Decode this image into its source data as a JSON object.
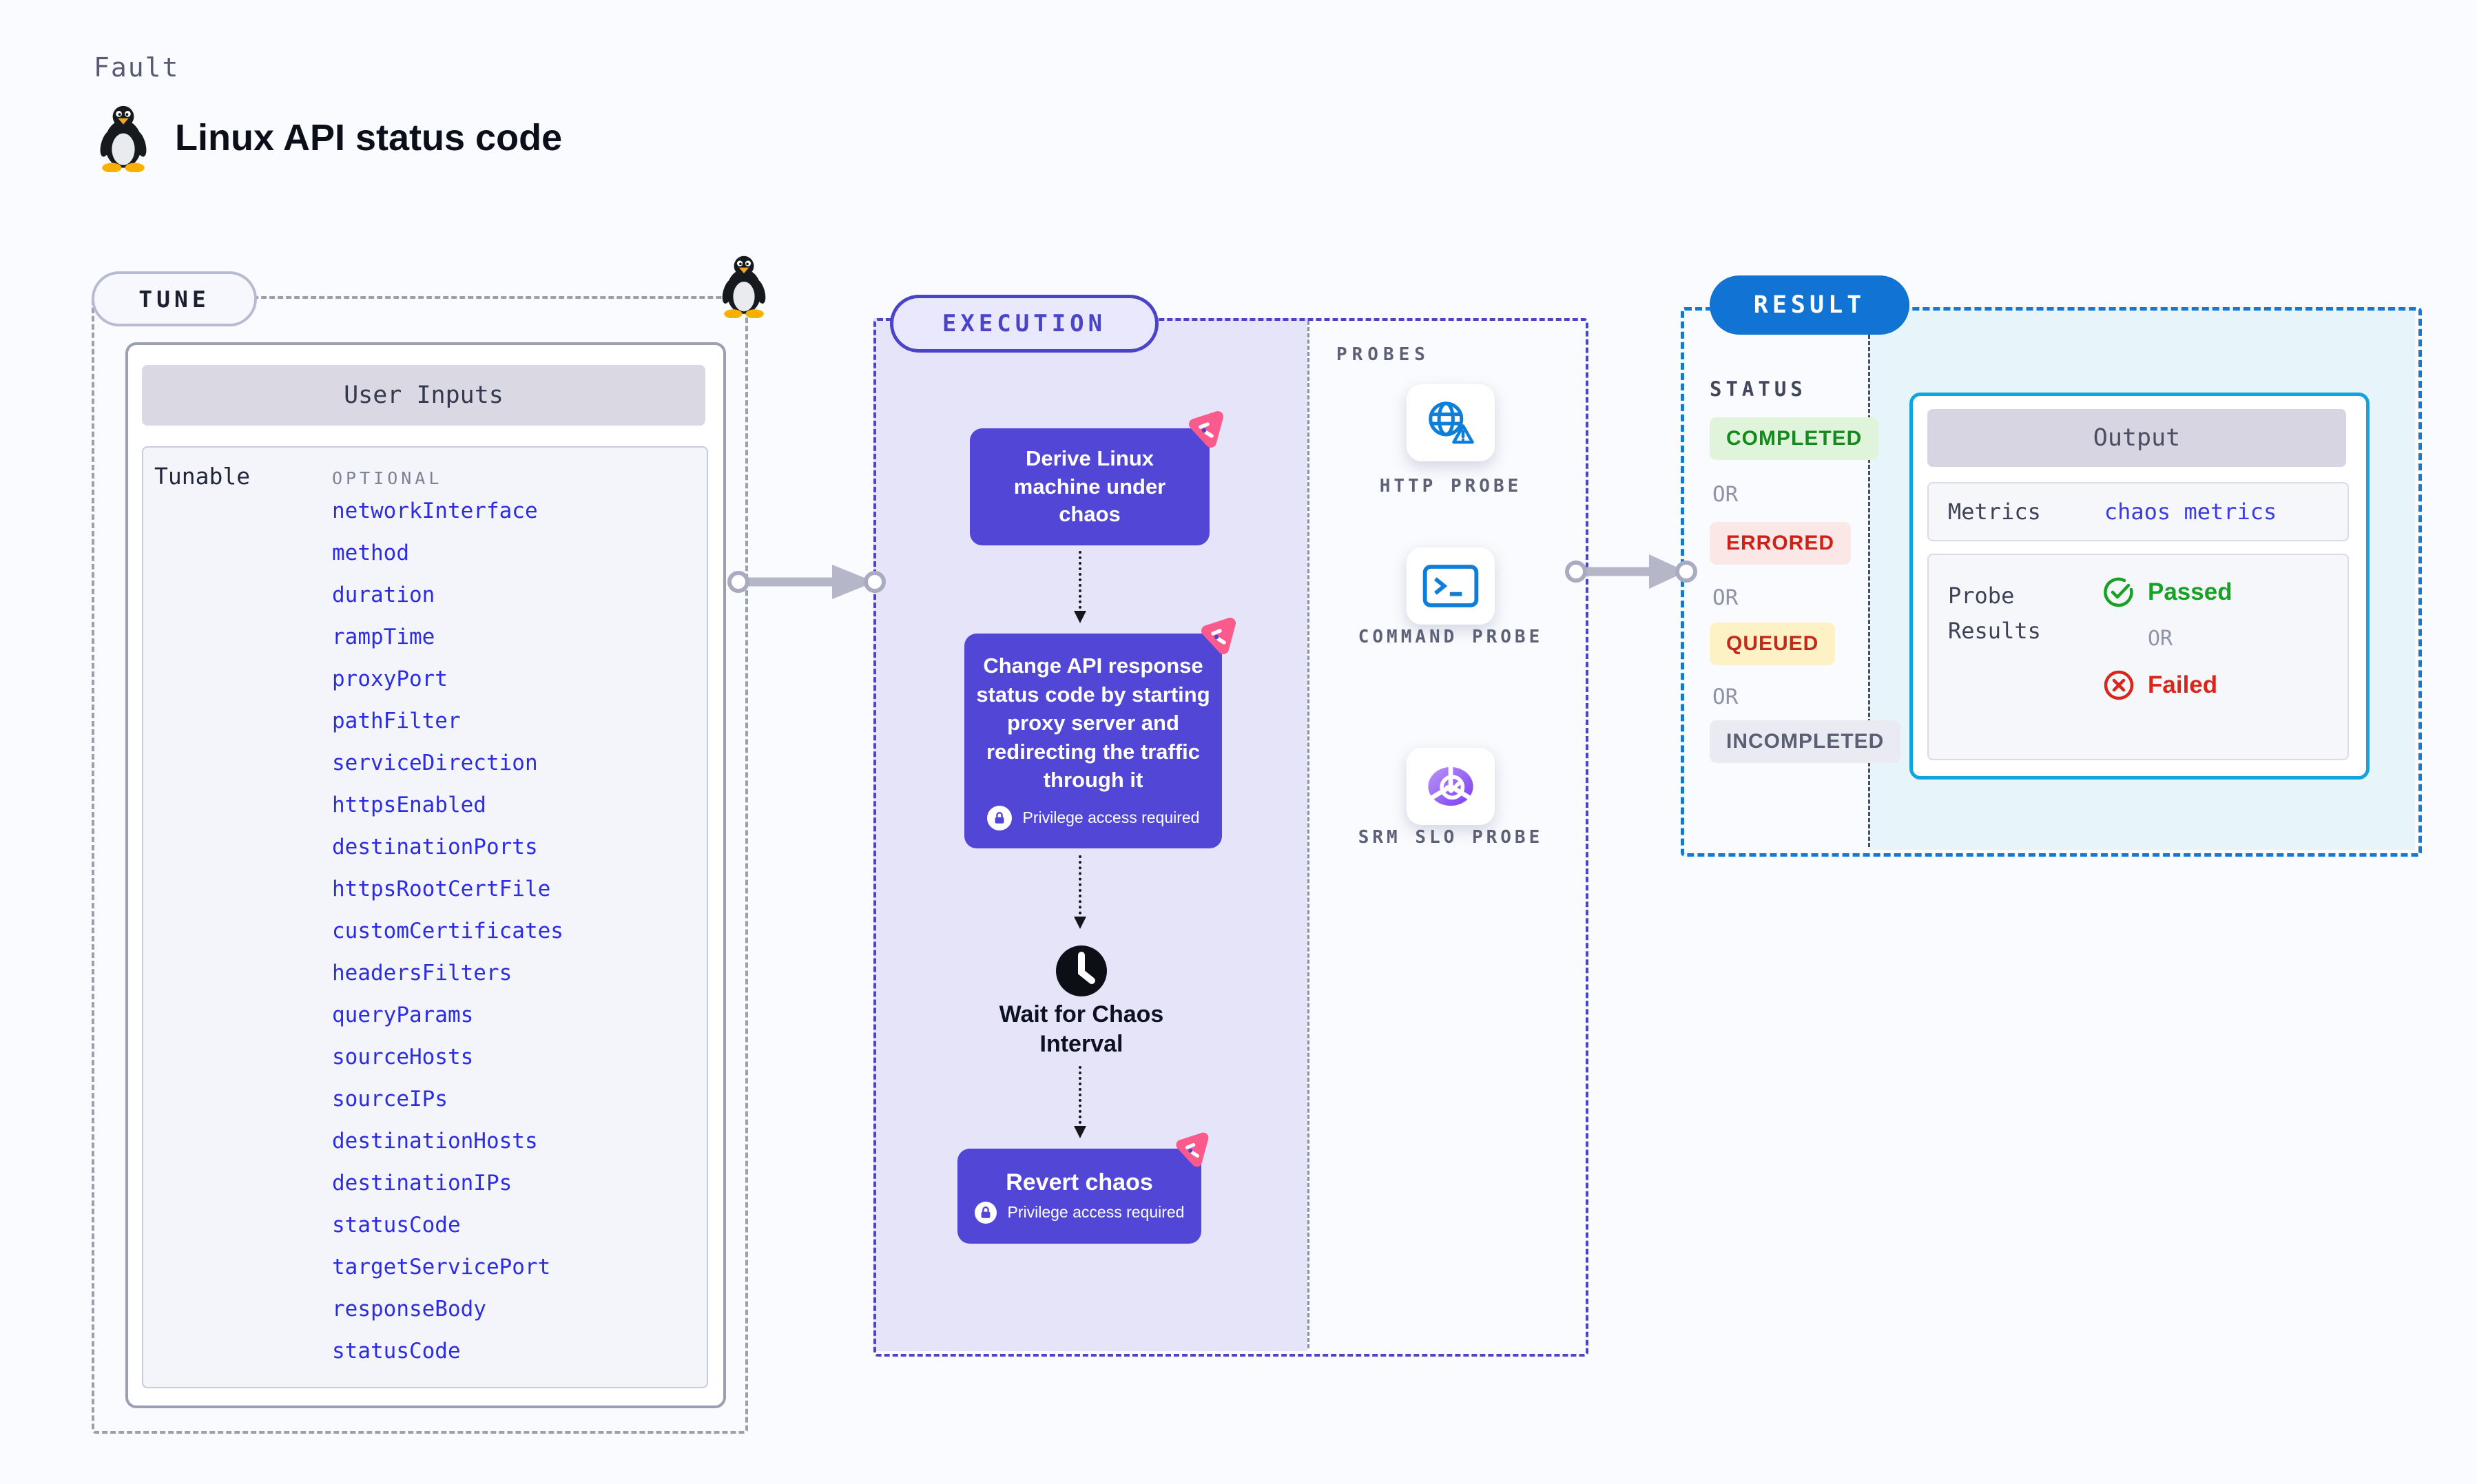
{
  "header": {
    "category": "Fault",
    "title": "Linux API status code",
    "icon": "linux-tux-icon"
  },
  "tune": {
    "pill_label": "TUNE",
    "card_title": "User Inputs",
    "row_label": "Tunable",
    "column_label": "OPTIONAL",
    "items": [
      "networkInterface",
      "method",
      "duration",
      "rampTime",
      "proxyPort",
      "pathFilter",
      "serviceDirection",
      "httpsEnabled",
      "destinationPorts",
      "httpsRootCertFile",
      "customCertificates",
      "headersFilters",
      "queryParams",
      "sourceHosts",
      "sourceIPs",
      "destinationHosts",
      "destinationIPs",
      "statusCode",
      "targetServicePort",
      "responseBody",
      "statusCode"
    ]
  },
  "execution": {
    "pill_label": "EXECUTION",
    "step1": "Derive Linux machine under chaos",
    "step2": "Change API response status code by starting proxy server and redirecting the traffic through it",
    "privilege_note": "Privilege access required",
    "wait_label": "Wait for Chaos Interval",
    "revert_label": "Revert chaos",
    "step_icon": "chaos-triangle-icon"
  },
  "probes": {
    "panel_label": "PROBES",
    "items": [
      {
        "label": "HTTP PROBE",
        "icon": "globe-alert-icon"
      },
      {
        "label": "COMMAND PROBE",
        "icon": "terminal-icon"
      },
      {
        "label": "SRM SLO PROBE",
        "icon": "slo-donut-icon"
      }
    ]
  },
  "result": {
    "pill_label": "RESULT",
    "status_label": "STATUS",
    "or_label": "OR",
    "statuses": [
      {
        "label": "COMPLETED",
        "color": "#158a1d",
        "bg": "#e0f4db"
      },
      {
        "label": "ERRORED",
        "color": "#ce2117",
        "bg": "#fbe8e6"
      },
      {
        "label": "QUEUED",
        "color": "#c5291a",
        "bg": "#fdf2c6"
      },
      {
        "label": "INCOMPLETED",
        "color": "#5a5f75",
        "bg": "#eaebf2"
      }
    ],
    "output": {
      "title": "Output",
      "metrics_label": "Metrics",
      "metrics_value": "chaos metrics",
      "probe_results_label": "Probe Results",
      "passed_label": "Passed",
      "failed_label": "Failed"
    }
  },
  "colors": {
    "accent_indigo": "#4b44c8",
    "step_purple": "#5246d7",
    "chaos_pink": "#fb5a8c",
    "result_blue": "#1173d3",
    "output_border_cyan": "#12a5dd",
    "link_blue": "#2c2de0",
    "passed_green": "#17a125",
    "failed_red": "#da251b",
    "probe_icon_blue": "#0e7ed8"
  }
}
